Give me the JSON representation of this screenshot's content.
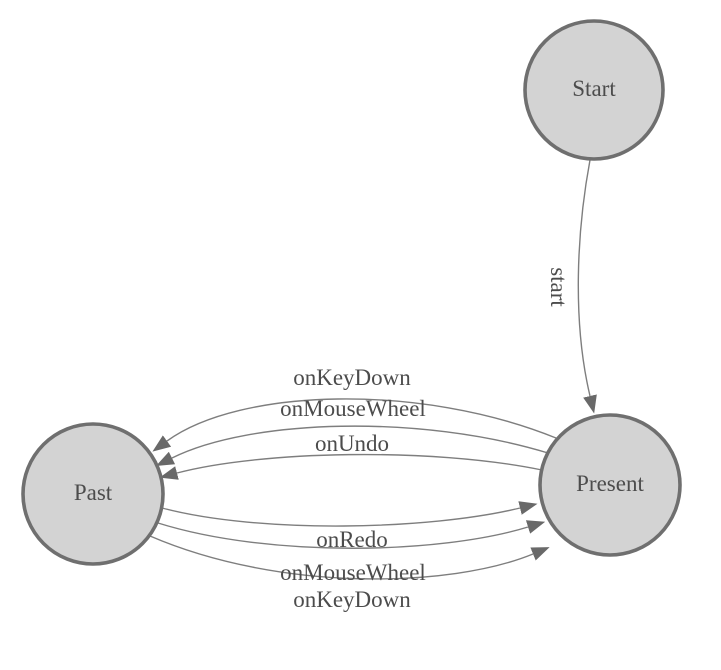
{
  "nodes": [
    {
      "id": "Start",
      "label": "Start"
    },
    {
      "id": "Past",
      "label": "Past"
    },
    {
      "id": "Present",
      "label": "Present"
    }
  ],
  "edges": [
    {
      "from": "Start",
      "to": "Present",
      "label": "start"
    },
    {
      "from": "Present",
      "to": "Past",
      "label": "onKeyDown"
    },
    {
      "from": "Present",
      "to": "Past",
      "label": "onMouseWheel"
    },
    {
      "from": "Present",
      "to": "Past",
      "label": "onUndo"
    },
    {
      "from": "Past",
      "to": "Present",
      "label": "onRedo"
    },
    {
      "from": "Past",
      "to": "Present",
      "label": "onMouseWheel"
    },
    {
      "from": "Past",
      "to": "Present",
      "label": "onKeyDown"
    }
  ],
  "colors": {
    "background": "#ffffff",
    "node_fill": "#d3d3d3",
    "node_stroke": "#6f6f6f",
    "edge_line": "#7e7e7e",
    "arrow_fill": "#696969",
    "label_text": "#4c4c4c"
  }
}
